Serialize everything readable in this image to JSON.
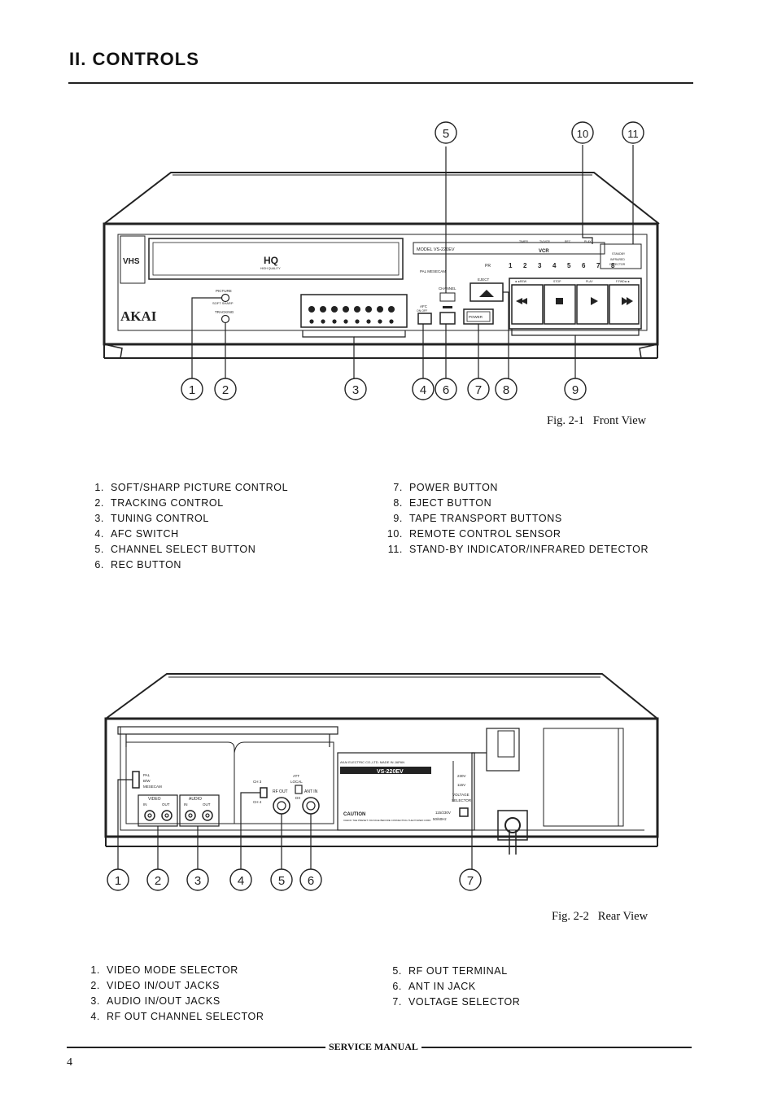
{
  "header": {
    "title": "II. CONTROLS"
  },
  "front_view": {
    "caption": "Fig. 2-1   Front View",
    "callouts": [
      "1",
      "2",
      "3",
      "4",
      "5",
      "6",
      "7",
      "8",
      "9",
      "10",
      "11"
    ],
    "device_labels": {
      "vhs": "VHS",
      "hq": "HQ",
      "hq_sub": "HIGH QUALITY",
      "brand": "AKAI",
      "model": "MODEL VS-220EV",
      "picture": "PICTURE",
      "soft_sharp": "SOFT    SHARP",
      "tracking": "TRACKING",
      "afc": "AFC",
      "afc_on_off": "ON  OFF",
      "channel": "CHANNEL",
      "eject": "EJECT",
      "power": "POWER",
      "pal_mesecam": "PAL MESECAM",
      "pr": "PR",
      "pr_numbers": [
        "1",
        "2",
        "3",
        "4",
        "5",
        "6",
        "7",
        "8"
      ],
      "timer": "TIMER",
      "tv_vcr": "TV/VCR",
      "rec": "REC",
      "play_ind": "PLAY",
      "vcr": "VCR",
      "standby": "STANDBY",
      "infrared": "INFRARED",
      "detector": "DETECTOR",
      "rew": "◄◄REW",
      "stop": "STOP",
      "play": "PLAY",
      "ffwd": "F.FWD►►"
    },
    "items_left": [
      {
        "num": "1.",
        "label": "SOFT/SHARP PICTURE CONTROL"
      },
      {
        "num": "2.",
        "label": "TRACKING CONTROL"
      },
      {
        "num": "3.",
        "label": "TUNING CONTROL"
      },
      {
        "num": "4.",
        "label": "AFC SWITCH"
      },
      {
        "num": "5.",
        "label": "CHANNEL SELECT BUTTON"
      },
      {
        "num": "6.",
        "label": "REC BUTTON"
      }
    ],
    "items_right": [
      {
        "num": "7.",
        "label": "POWER BUTTON"
      },
      {
        "num": "8.",
        "label": "EJECT BUTTON"
      },
      {
        "num": "9.",
        "label": "TAPE TRANSPORT BUTTONS"
      },
      {
        "num": "10.",
        "label": "REMOTE CONTROL SENSOR"
      },
      {
        "num": "11.",
        "label": "STAND-BY INDICATOR/INFRARED DETECTOR"
      }
    ]
  },
  "rear_view": {
    "caption": "Fig. 2-2   Rear View",
    "callouts": [
      "1",
      "2",
      "3",
      "4",
      "5",
      "6",
      "7"
    ],
    "device_labels": {
      "pal": "PAL",
      "bw": "B/W",
      "mesecam": "MESECAM",
      "video": "VIDEO",
      "audio": "AUDIO",
      "in": "IN",
      "out": "OUT",
      "ch3": "CH 3",
      "ch4": "CH 4",
      "att": "ATT",
      "local": "LOCAL",
      "dx": "DX",
      "rf_out": "RF OUT",
      "ant_in": "ANT IN",
      "plate_maker": "AKAI ELECTRIC CO.,LTD.  MADE IN JAPAN",
      "plate_model": "VS-220EV",
      "v230": "230V",
      "v115": "115V",
      "voltage": "VOLTAGE",
      "selector": "SELECTOR",
      "caution": "CAUTION",
      "caution_text": "CHECK THE PRESET VOLTAGE BEFORE CONNECTING THE POWER CORD",
      "rating": "115/230V",
      "freq": "50/60Hz"
    },
    "items_left": [
      {
        "num": "1.",
        "label": "VIDEO MODE SELECTOR"
      },
      {
        "num": "2.",
        "label": "VIDEO IN/OUT JACKS"
      },
      {
        "num": "3.",
        "label": "AUDIO IN/OUT JACKS"
      },
      {
        "num": "4.",
        "label": "RF OUT CHANNEL SELECTOR"
      }
    ],
    "items_right": [
      {
        "num": "5.",
        "label": "RF OUT TERMINAL"
      },
      {
        "num": "6.",
        "label": "ANT IN JACK"
      },
      {
        "num": "7.",
        "label": "VOLTAGE SELECTOR"
      }
    ]
  },
  "footer": {
    "label": "SERVICE MANUAL",
    "page": "4"
  }
}
